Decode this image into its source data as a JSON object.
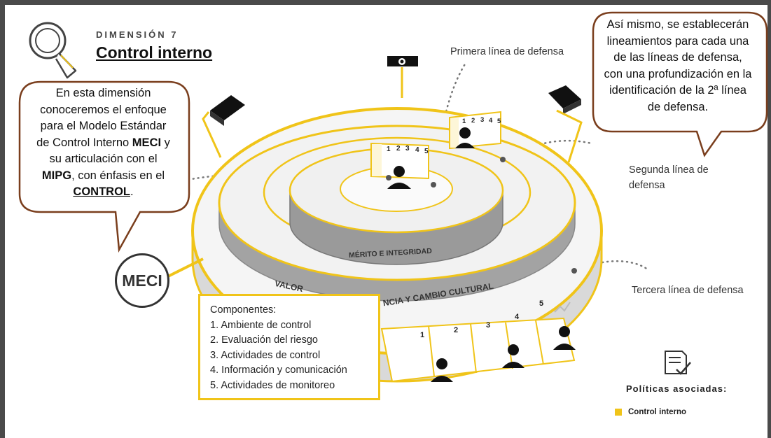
{
  "header": {
    "kicker": "DIMENSIÓN 7",
    "title": "Control interno"
  },
  "bubble_left": {
    "line1": "En esta dimensión",
    "line2": "conoceremos el enfoque",
    "line3": "para el Modelo Estándar",
    "line4_pre": "de Control Interno ",
    "line4_bold": "MECI",
    "line4_post": " y",
    "line5": "su articulación con el",
    "line6_bold": "MIPG",
    "line6_post": ", con énfasis en el",
    "line7_bold": "CONTROL",
    "line7_post": "."
  },
  "bubble_right": {
    "line1": "Así mismo, se establecerán",
    "line2": "lineamientos para cada una",
    "line3": "de las líneas de defensa,",
    "line4": "con una profundización en la",
    "line5": "identificación de la 2ª línea",
    "line6": "de defensa."
  },
  "labels": {
    "primera": "Primera línea de defensa",
    "segunda_1": "Segunda línea de",
    "segunda_2": "defensa",
    "tercera": "Tercera línea de defensa",
    "merito": "MÉRITO E INTEGRIDAD",
    "valores_a": "VALOR",
    "valores_b": "NCIA Y CAMBIO CULTURAL"
  },
  "meci": "MECI",
  "componentes": {
    "title": "Componentes:",
    "items": [
      "1. Ambiente de control",
      "2. Evaluación del riesgo",
      "3. Actividades de control",
      "4. Información y comunicación",
      "5. Actividades de monitoreo"
    ]
  },
  "panel_numbers": [
    "1",
    "2",
    "3",
    "4",
    "5"
  ],
  "politicas": {
    "title": "Políticas asociadas:",
    "items": [
      "Control interno"
    ]
  },
  "colors": {
    "accent": "#f0c419",
    "dark": "#333333",
    "bubble_border": "#7a3e1d",
    "ring_side": "#9b9b9b"
  },
  "icons": [
    "magnifier-icon",
    "camera-icon",
    "document-check-icon",
    "person-icon",
    "trend-chart-icon"
  ]
}
